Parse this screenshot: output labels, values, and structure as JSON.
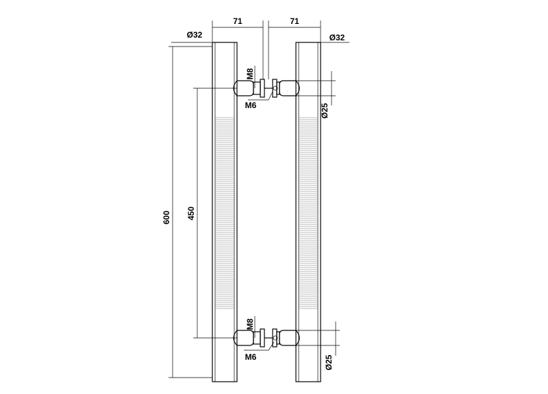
{
  "drawing": {
    "dimensions": {
      "top_left_offset": "71",
      "top_right_offset": "71",
      "left_diameter": "Ø32",
      "right_diameter": "Ø32",
      "overall_length": "600",
      "centre_distance": "450",
      "thread_top_large": "M8",
      "thread_top_small": "M6",
      "thread_bottom_large": "M8",
      "thread_bottom_small": "M6",
      "standoff_top_diameter": "Ø25",
      "standoff_bottom_diameter": "Ø25"
    }
  }
}
